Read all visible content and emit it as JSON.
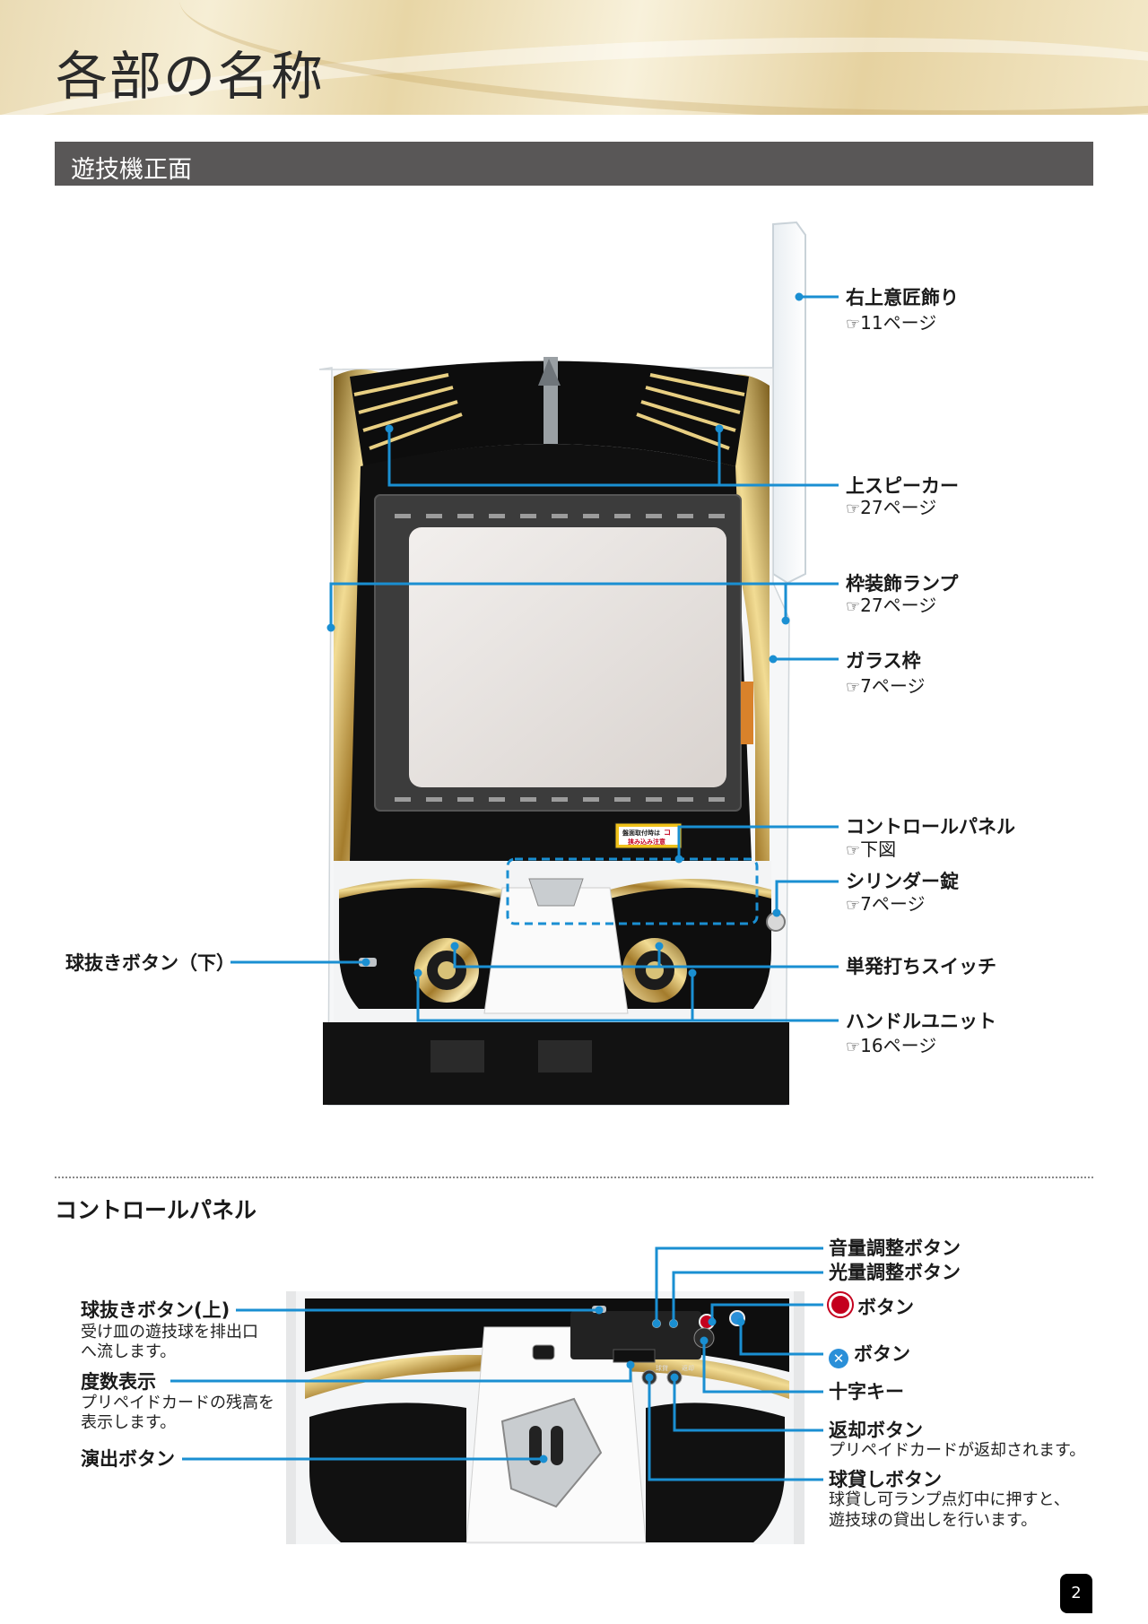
{
  "page": {
    "title": "各部の名称",
    "number": "2"
  },
  "section": {
    "title": "遊技機正面"
  },
  "front": {
    "labels": [
      {
        "name": "右上意匠飾り",
        "ref": "11ページ"
      },
      {
        "name": "上スピーカー",
        "ref": "27ページ"
      },
      {
        "name": "枠装飾ランプ",
        "ref": "27ページ"
      },
      {
        "name": "ガラス枠",
        "ref": "7ページ"
      },
      {
        "name": "コントロールパネル",
        "ref": "下図"
      },
      {
        "name": "シリンダー錠",
        "ref": "7ページ"
      },
      {
        "name": "単発打ちスイッチ",
        "ref": ""
      },
      {
        "name": "ハンドルユニット",
        "ref": "16ページ"
      },
      {
        "name": "球抜きボタン（下）",
        "ref": ""
      }
    ],
    "sticker_line1": "盤面取付時は",
    "sticker_highlight": "コ",
    "sticker_line2": "挟み込み注意"
  },
  "control_panel": {
    "title": "コントロールパネル",
    "left": [
      {
        "name": "球抜きボタン(上)",
        "desc": [
          "受け皿の遊技球を排出口",
          "へ流します。"
        ]
      },
      {
        "name": "度数表示",
        "desc": [
          "プリペイドカードの残高を",
          "表示します。"
        ]
      },
      {
        "name": "演出ボタン",
        "desc": []
      }
    ],
    "right": [
      {
        "name": "音量調整ボタン",
        "desc": []
      },
      {
        "name": "光量調整ボタン",
        "desc": []
      },
      {
        "name": "ボタン",
        "desc": []
      },
      {
        "name": "ボタン",
        "desc": []
      },
      {
        "name": "十字キー",
        "desc": []
      },
      {
        "name": "返却ボタン",
        "desc": [
          "プリペイドカードが返却されます。"
        ]
      },
      {
        "name": "球貸しボタン",
        "desc": [
          "球貸し可ランプ点灯中に押すと、",
          "遊技球の貸出しを行います。"
        ]
      }
    ],
    "panel_text_a": "返却",
    "panel_text_b": "球貸",
    "x_symbol": "✕"
  },
  "colors": {
    "leader": "#1a8fd2",
    "bar": "#595757",
    "red": "#c4001e",
    "blue": "#2a8fd8"
  }
}
